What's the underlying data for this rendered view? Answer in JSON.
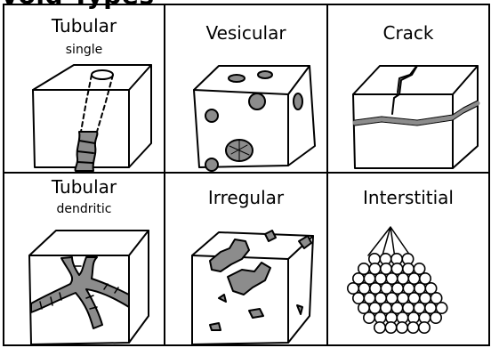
{
  "title": "Void Types",
  "cells": [
    {
      "label": "Tubular",
      "sublabel": "single"
    },
    {
      "label": "Vesicular",
      "sublabel": ""
    },
    {
      "label": "Crack",
      "sublabel": ""
    },
    {
      "label": "Tubular",
      "sublabel": "dendritic"
    },
    {
      "label": "Irregular",
      "sublabel": ""
    },
    {
      "label": "Interstitial",
      "sublabel": ""
    }
  ],
  "colors": {
    "fill": "#8c8c8c",
    "line": "#000000",
    "background": "#ffffff"
  }
}
